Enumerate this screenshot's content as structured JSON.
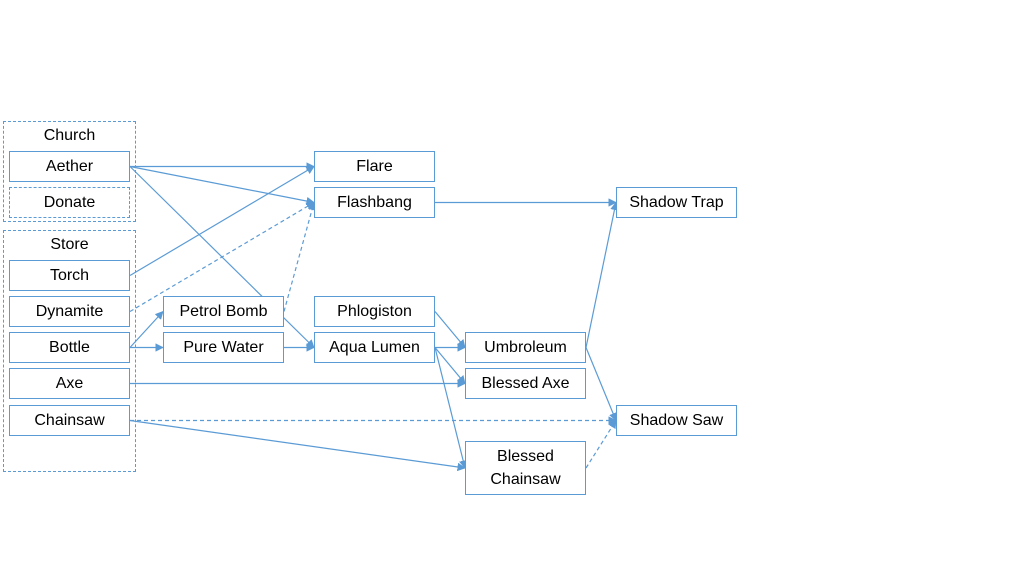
{
  "groups": {
    "church": {
      "label": "Church"
    },
    "store": {
      "label": "Store"
    }
  },
  "nodes": {
    "aether": "Aether",
    "donate": "Donate",
    "torch": "Torch",
    "dynamite": "Dynamite",
    "bottle": "Bottle",
    "axe": "Axe",
    "chainsaw": "Chainsaw",
    "petrol_bomb": "Petrol Bomb",
    "pure_water": "Pure Water",
    "flare": "Flare",
    "flashbang": "Flashbang",
    "phlogiston": "Phlogiston",
    "aqua_lumen": "Aqua Lumen",
    "umbroleum": "Umbroleum",
    "blessed_axe": "Blessed Axe",
    "blessed_chainsaw": "Blessed Chainsaw",
    "shadow_trap": "Shadow Trap",
    "shadow_saw": "Shadow Saw"
  },
  "edges": [
    {
      "from": "aether",
      "to": "flare",
      "style": "solid"
    },
    {
      "from": "aether",
      "to": "flashbang",
      "style": "solid"
    },
    {
      "from": "aether",
      "to": "aqua_lumen",
      "style": "solid"
    },
    {
      "from": "torch",
      "to": "flare",
      "style": "solid"
    },
    {
      "from": "dynamite",
      "to": "flashbang",
      "style": "dashed"
    },
    {
      "from": "petrol_bomb",
      "to": "flashbang",
      "style": "dashed"
    },
    {
      "from": "bottle",
      "to": "petrol_bomb",
      "style": "solid"
    },
    {
      "from": "bottle",
      "to": "pure_water",
      "style": "solid"
    },
    {
      "from": "pure_water",
      "to": "aqua_lumen",
      "style": "solid"
    },
    {
      "from": "phlogiston",
      "to": "umbroleum",
      "style": "solid"
    },
    {
      "from": "aqua_lumen",
      "to": "umbroleum",
      "style": "solid"
    },
    {
      "from": "aqua_lumen",
      "to": "blessed_axe",
      "style": "solid"
    },
    {
      "from": "aqua_lumen",
      "to": "blessed_chainsaw",
      "style": "solid"
    },
    {
      "from": "axe",
      "to": "blessed_axe",
      "style": "solid"
    },
    {
      "from": "chainsaw",
      "to": "blessed_chainsaw",
      "style": "solid"
    },
    {
      "from": "chainsaw",
      "to": "shadow_saw",
      "style": "dashed"
    },
    {
      "from": "flashbang",
      "to": "shadow_trap",
      "style": "solid"
    },
    {
      "from": "umbroleum",
      "to": "shadow_trap",
      "style": "solid"
    },
    {
      "from": "umbroleum",
      "to": "shadow_saw",
      "style": "solid"
    },
    {
      "from": "blessed_chainsaw",
      "to": "shadow_saw",
      "style": "dashed"
    }
  ],
  "colors": {
    "stroke": "#5b9bd5",
    "text": "#000000"
  }
}
